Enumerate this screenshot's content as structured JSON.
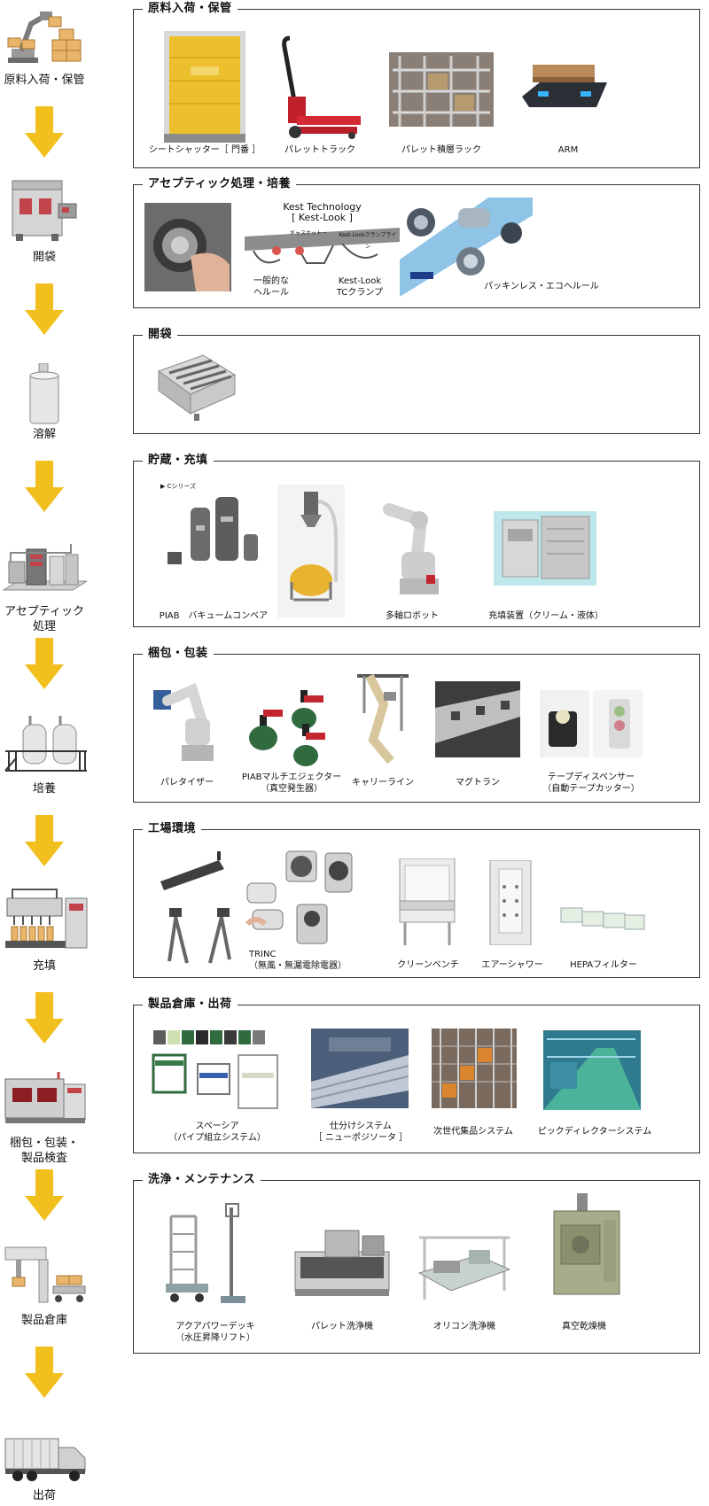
{
  "flow": {
    "steps": [
      {
        "label": "原料入荷・保管",
        "icon": "robot-arm-boxes-icon"
      },
      {
        "label": "開袋",
        "icon": "bag-opening-machine-icon"
      },
      {
        "label": "溶解",
        "icon": "dissolving-tank-icon"
      },
      {
        "label": "アセプティック処理",
        "icon": "aseptic-processing-unit-icon"
      },
      {
        "label": "培養",
        "icon": "culture-tanks-icon"
      },
      {
        "label": "充填",
        "icon": "filling-machine-icon"
      },
      {
        "label": "梱包・包装・製品検査",
        "icon": "packaging-inspection-machine-icon"
      },
      {
        "label": "製品倉庫",
        "icon": "warehouse-robot-icon"
      },
      {
        "label": "出荷",
        "icon": "truck-icon"
      }
    ],
    "arrow_color": "#F2C01E"
  },
  "panels": [
    {
      "title": "原料入荷・保管",
      "items": [
        {
          "caption": "シートシャッター［ 門番 ］",
          "icon": "sheet-shutter-icon"
        },
        {
          "caption": "パレットトラック",
          "icon": "pallet-truck-icon"
        },
        {
          "caption": "パレット積層ラック",
          "icon": "pallet-rack-icon"
        },
        {
          "caption": "ARM",
          "icon": "agv-robot-icon"
        }
      ]
    },
    {
      "title": "アセプティック処理・培養",
      "diagram": {
        "heading_line1": "Kest Technology",
        "heading_line2": "[ Kest-Look ]",
        "label_left": "一般的な\nヘルール",
        "label_right": "Kest-Look\nTCクランプ",
        "small_label_1": "ギャスケットー",
        "small_label_2": "Kest-Lookクランプライン"
      },
      "items": [
        {
          "caption": "",
          "icon": "ferrule-clamp-hand-icon"
        },
        {
          "caption": "パッキンレス・エコヘルール",
          "icon": "eco-ferrule-parts-icon"
        }
      ]
    },
    {
      "title": "開袋",
      "items": [
        {
          "caption": "",
          "icon": "bag-opening-grate-icon"
        }
      ]
    },
    {
      "title": "貯蔵・充填",
      "items": [
        {
          "caption": "PIAB　バキュームコンベア",
          "icon": "vacuum-conveyor-icon",
          "tag": "▶ Cシリーズ"
        },
        {
          "caption": "",
          "icon": "vacuum-hopper-icon"
        },
        {
          "caption": "多軸ロボット",
          "icon": "multi-axis-robot-icon"
        },
        {
          "caption": "充填装置（クリーム・液体）",
          "icon": "filling-device-icon"
        }
      ]
    },
    {
      "title": "梱包・包装",
      "items": [
        {
          "caption": "パレタイザー",
          "icon": "palletizer-robot-icon"
        },
        {
          "caption": "PIABマルチエジェクター\n（真空発生器）",
          "icon": "multi-ejector-icon"
        },
        {
          "caption": "キャリーライン",
          "icon": "carry-line-icon"
        },
        {
          "caption": "マグトラン",
          "icon": "magtran-icon"
        },
        {
          "caption": "テープディスペンサー\n（自動テープカッター）",
          "icon": "tape-dispenser-icon"
        }
      ]
    },
    {
      "title": "工場環境",
      "items": [
        {
          "caption": "",
          "icon": "ionizer-bars-icon"
        },
        {
          "caption": "TRINC\n（無風・無漏電除電器）",
          "icon": "static-eliminator-icon"
        },
        {
          "caption": "クリーンベンチ",
          "icon": "clean-bench-icon"
        },
        {
          "caption": "エアーシャワー",
          "icon": "air-shower-icon"
        },
        {
          "caption": "HEPAフィルター",
          "icon": "hepa-filter-icon"
        }
      ]
    },
    {
      "title": "製品倉庫・出荷",
      "items": [
        {
          "caption": "スペーシア\n（パイプ組立システム）",
          "icon": "pipe-assembly-icon"
        },
        {
          "caption": "仕分けシステム\n［ ニューポジソータ ］",
          "icon": "sorting-system-icon"
        },
        {
          "caption": "次世代集品システム",
          "icon": "picking-system-icon"
        },
        {
          "caption": "ピックディレクターシステム",
          "icon": "pick-director-icon"
        }
      ]
    },
    {
      "title": "洗浄・メンテナンス",
      "items": [
        {
          "caption": "アクアパワーデッキ\n（水圧昇降リフト）",
          "icon": "aqua-power-deck-icon"
        },
        {
          "caption": "パレット洗浄機",
          "icon": "pallet-washer-icon"
        },
        {
          "caption": "オリコン洗浄機",
          "icon": "container-washer-icon"
        },
        {
          "caption": "真空乾燥機",
          "icon": "vacuum-dryer-icon"
        }
      ]
    }
  ]
}
